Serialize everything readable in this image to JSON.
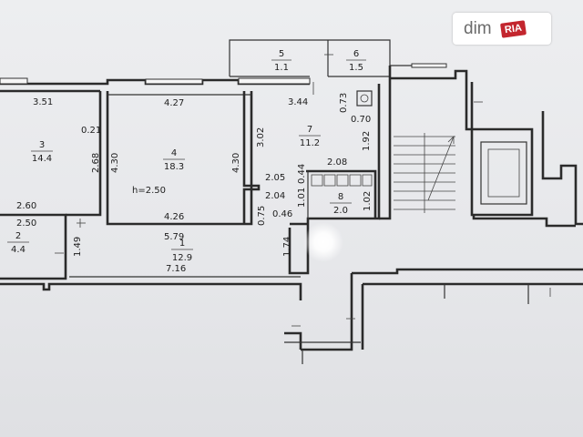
{
  "watermark": {
    "text": "dim",
    "badge": "RIA"
  },
  "rooms": [
    {
      "id": "1",
      "number": "1",
      "area": "12.9"
    },
    {
      "id": "2",
      "number": "2",
      "area": "4.4"
    },
    {
      "id": "3",
      "number": "3",
      "area": "14.4"
    },
    {
      "id": "4",
      "number": "4",
      "area": "18.3"
    },
    {
      "id": "5",
      "number": "5",
      "area": "1.1"
    },
    {
      "id": "6",
      "number": "6",
      "area": "1.5"
    },
    {
      "id": "7",
      "number": "7",
      "area": "11.2"
    },
    {
      "id": "8",
      "number": "8",
      "area": "2.0"
    }
  ],
  "height_label": "h=2.50",
  "dimensions": [
    "3.51",
    "0.21",
    "2.68",
    "2.60",
    "2.50",
    "1.49",
    "4.27",
    "4.30",
    "4.30",
    "4.26",
    "5.79",
    "7.16",
    "3.44",
    "0.73",
    "0.70",
    "3.02",
    "1.92",
    "2.08",
    "2.05",
    "2.04",
    "0.44",
    "1.01",
    "1.02",
    "0.46",
    "0.75",
    "1.74"
  ]
}
